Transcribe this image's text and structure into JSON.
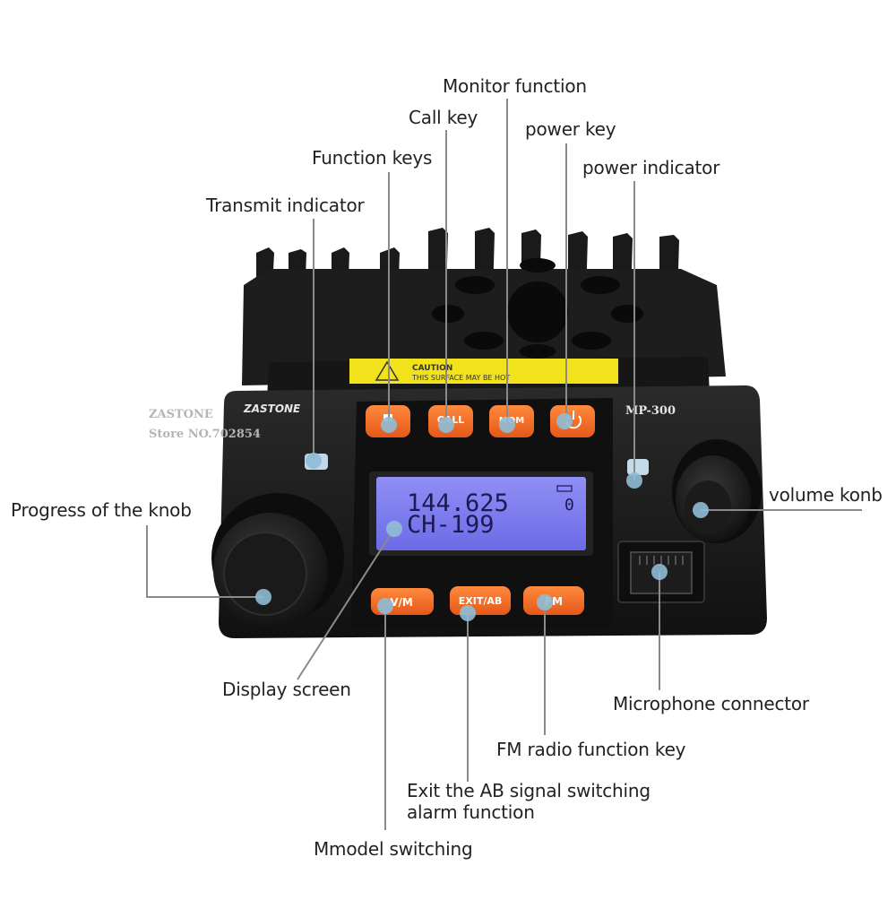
{
  "labels": {
    "monitor_function": "Monitor function",
    "call_key": "Call key",
    "power_key": "power key",
    "function_keys": "Function keys",
    "power_indicator": "power indicator",
    "transmit_indicator": "Transmit indicator",
    "progress_of_knob": "Progress of the knob",
    "volume_knob": "volume konb",
    "display_screen": "Display screen",
    "microphone_connector": "Microphone connector",
    "fm_radio_key": "FM radio function key",
    "exit_ab_line1": "Exit the AB signal switching",
    "exit_ab_line2": "alarm function",
    "mmodel_switching": "Mmodel switching"
  },
  "watermark": {
    "line1": "ZASTONE",
    "line2": "Store NO.702854"
  },
  "device": {
    "brand": "ZASTONE",
    "model": "MP-300",
    "caution_line1": "CAUTION",
    "caution_line2": "THIS SURFACE MAY BE HOT",
    "lcd_frequency": "144.625",
    "lcd_channel": "CH-199",
    "lcd_indicator": "0",
    "buttons_top": [
      "",
      "CALL",
      "MOM",
      ""
    ],
    "buttons_bottom": [
      "V/M",
      "EXIT/AB",
      "FM"
    ]
  },
  "colors": {
    "button_orange": "#f26a21",
    "lcd_purple": "#7b7af0",
    "callout_dot": "#8fbcd6",
    "callout_line": "#8a8a8a",
    "body_black": "#1c1c1c",
    "caution_yellow": "#f2e21c"
  }
}
